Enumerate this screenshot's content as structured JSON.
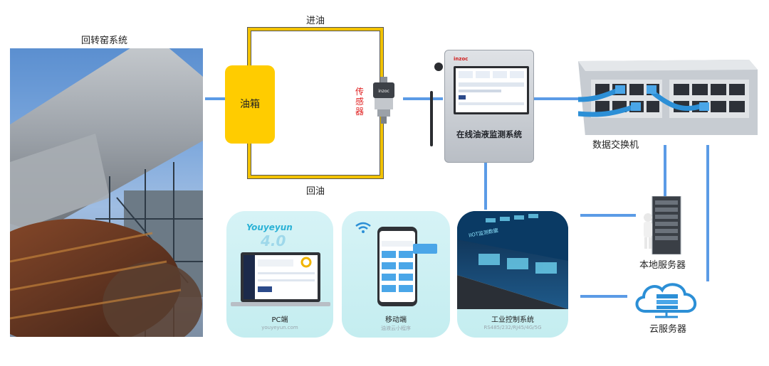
{
  "kiln": {
    "title": "回转窑系统"
  },
  "oil_loop": {
    "inlet_label": "进油",
    "return_label": "回油",
    "tank_label": "油箱"
  },
  "sensor": {
    "label": "传感器",
    "brand": "inzoc"
  },
  "monitor": {
    "title": "在线油液监测系统",
    "brand": "inzoc"
  },
  "switch": {
    "label": "数据交换机"
  },
  "servers": {
    "local_label": "本地服务器",
    "cloud_label": "云服务器"
  },
  "cards": {
    "pc": {
      "title": "PC端",
      "subtitle": "youyeyun.com",
      "brand": "Youyeyun",
      "version": "4.0"
    },
    "mobile": {
      "title": "移动端",
      "subtitle": "油液云小程序"
    },
    "industrial": {
      "title": "工业控制系统",
      "subtitle": "RS485/232/RJ45/4G/5G",
      "screen_title": "IIOT监测数据"
    }
  },
  "colors": {
    "link": "#5b9be6",
    "oil": "#ffcc00",
    "pipe": "#f2c200",
    "sensor_text": "#e02020",
    "card_bg": "#d6f3f6"
  }
}
